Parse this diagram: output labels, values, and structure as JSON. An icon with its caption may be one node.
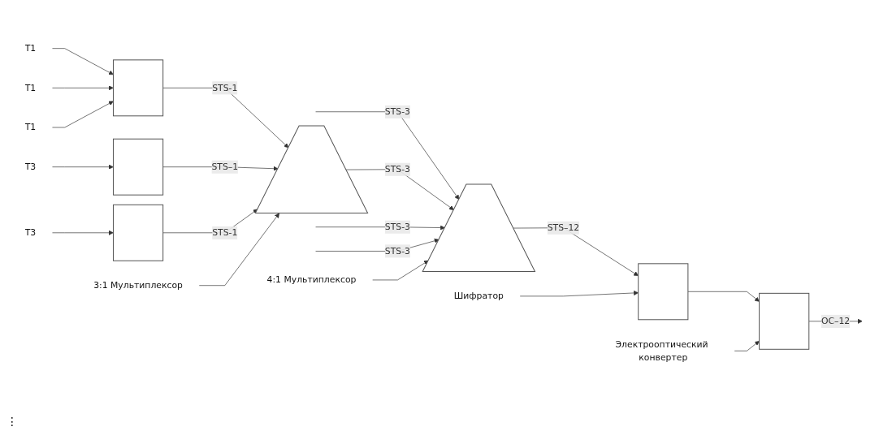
{
  "diagram": {
    "nodes": [
      {
        "text": [
          "T1"
        ]
      },
      {
        "text": [
          "T1"
        ]
      },
      {
        "text": [
          "T1"
        ]
      },
      {
        "text": [
          "T3"
        ]
      },
      {
        "text": [
          "T3"
        ]
      },
      {
        "text": [],
        "shape": "box"
      },
      {
        "text": [],
        "shape": "box"
      },
      {
        "text": [],
        "shape": "box"
      },
      {
        "text": [],
        "shape": "trapezoid"
      },
      {
        "text": [
          "3:1 Мультиплексор"
        ]
      },
      {
        "text": [],
        "shape": "trapezoid"
      },
      {
        "text": [
          "4:1 Мультиплексор"
        ]
      },
      {
        "text": [
          "Шифратор"
        ]
      },
      {
        "text": [],
        "shape": "box"
      },
      {
        "text": [
          "Электрооптический конвертер"
        ]
      },
      {
        "text": [],
        "shape": "box"
      }
    ],
    "edges": [
      {
        "from": 0,
        "to": 5,
        "arrow": "to"
      },
      {
        "from": 1,
        "to": 5,
        "arrow": "to"
      },
      {
        "from": 2,
        "to": 5,
        "arrow": "to"
      },
      {
        "from": 3,
        "to": 6,
        "arrow": "to"
      },
      {
        "from": 4,
        "to": 7,
        "arrow": "to"
      },
      {
        "from": 5,
        "to": 8,
        "arrow": "to",
        "label": "STS-1"
      },
      {
        "from": 6,
        "to": 8,
        "arrow": "to",
        "label": "STS–1"
      },
      {
        "from": 7,
        "to": 8,
        "arrow": "to",
        "label": "STS-1"
      },
      {
        "from": 9,
        "to": 8,
        "arrow": "to"
      },
      {
        "from": null,
        "to": 10,
        "arrow": "to",
        "label": "STS-3"
      },
      {
        "from": 8,
        "to": 10,
        "arrow": "to",
        "label": "STS-3"
      },
      {
        "from": null,
        "to": 10,
        "arrow": "to",
        "label": "STS-3"
      },
      {
        "from": null,
        "to": 10,
        "arrow": "to",
        "label": "STS-3"
      },
      {
        "from": 11,
        "to": 10,
        "arrow": "to"
      },
      {
        "from": 10,
        "to": 13,
        "arrow": "to",
        "label": "STS–12"
      },
      {
        "from": 12,
        "to": 13,
        "arrow": "to"
      },
      {
        "from": 13,
        "to": 15,
        "arrow": "to"
      },
      {
        "from": 14,
        "to": 15,
        "arrow": "to"
      },
      {
        "from": 15,
        "to": null,
        "arrow": "to",
        "label": "OC–12"
      }
    ],
    "labels": [
      "⋮"
    ]
  }
}
